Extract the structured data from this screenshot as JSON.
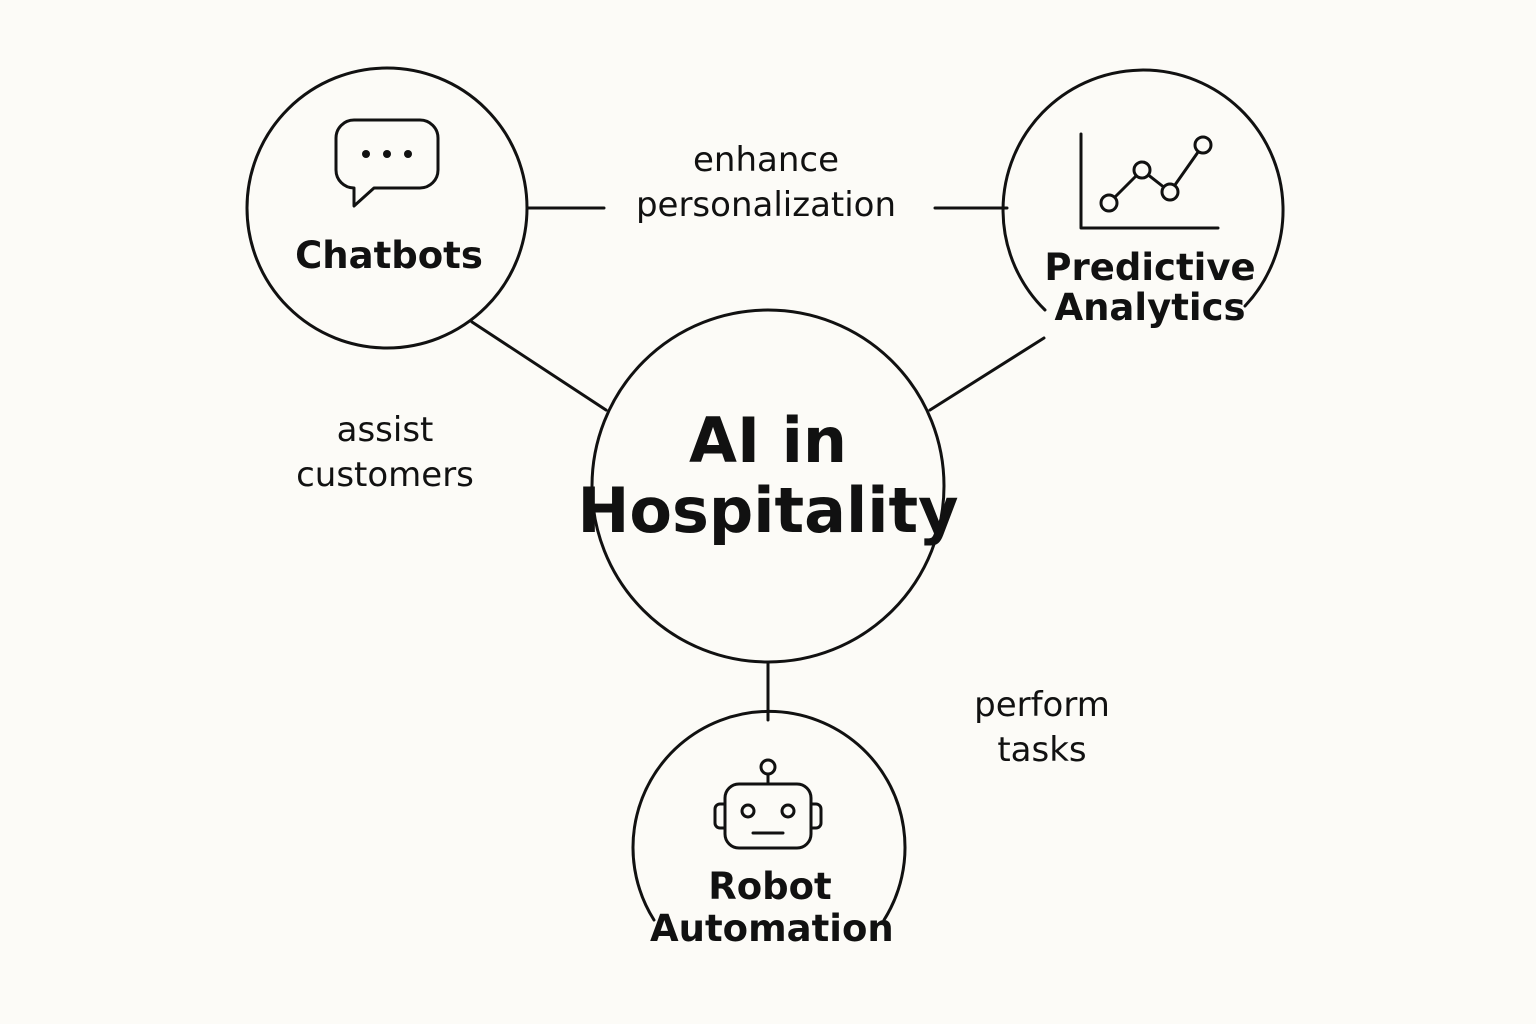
{
  "diagram": {
    "center": {
      "line1": "AI in",
      "line2": "Hospitality"
    },
    "nodes": {
      "chatbots": {
        "label": "Chatbots",
        "icon": "chat-bubble-icon"
      },
      "predictive": {
        "line1": "Predictive",
        "line2": "Analytics",
        "icon": "line-chart-icon"
      },
      "robot": {
        "line1": "Robot",
        "line2": "Automation",
        "icon": "robot-icon"
      }
    },
    "edges": {
      "chatbots_predictive": {
        "line1": "enhance",
        "line2": "personalization"
      },
      "chatbots_center": {
        "line1": "assist",
        "line2": "customers"
      },
      "robot_center": {
        "line1": "perform",
        "line2": "tasks"
      }
    },
    "colors": {
      "stroke": "#111111",
      "background": "#fcfbf7"
    }
  }
}
